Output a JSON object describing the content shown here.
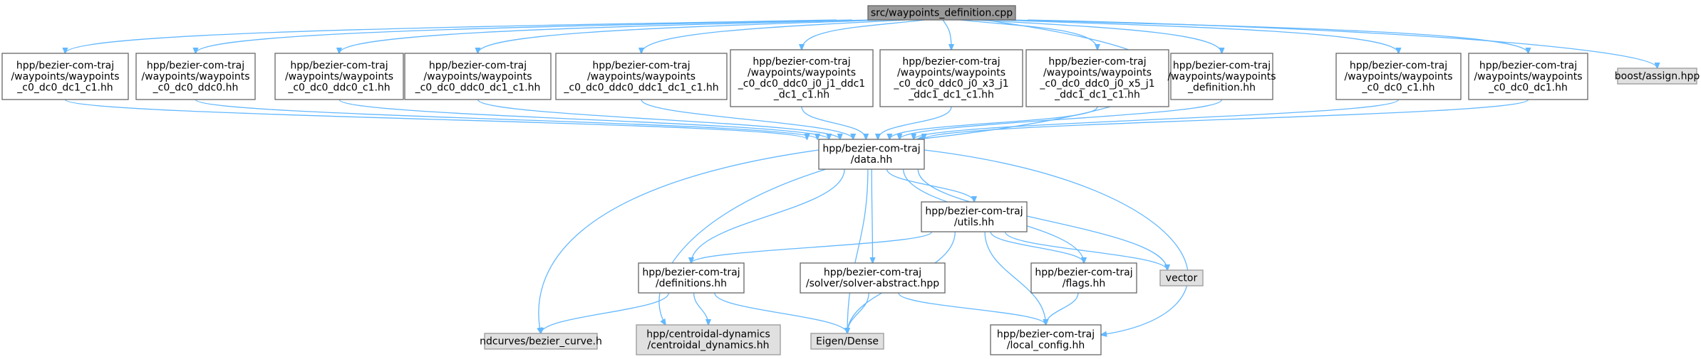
{
  "graph": {
    "nodes": [
      {
        "id": "root",
        "kind": "root",
        "lines": [
          "src/waypoints_definition.cpp"
        ]
      },
      {
        "id": "h1",
        "kind": "file",
        "lines": [
          "hpp/bezier-com-traj",
          "/waypoints/waypoints",
          "_c0_dc0_dc1_c1.hh"
        ]
      },
      {
        "id": "h2",
        "kind": "file",
        "lines": [
          "hpp/bezier-com-traj",
          "/waypoints/waypoints",
          "_c0_dc0_ddc0.hh"
        ]
      },
      {
        "id": "h3",
        "kind": "file",
        "lines": [
          "hpp/bezier-com-traj",
          "/waypoints/waypoints",
          "_c0_dc0_ddc0_c1.hh"
        ]
      },
      {
        "id": "h4",
        "kind": "file",
        "lines": [
          "hpp/bezier-com-traj",
          "/waypoints/waypoints",
          "_c0_dc0_ddc0_dc1_c1.hh"
        ]
      },
      {
        "id": "h5",
        "kind": "file",
        "lines": [
          "hpp/bezier-com-traj",
          "/waypoints/waypoints",
          "_c0_dc0_ddc0_ddc1_dc1_c1.hh"
        ]
      },
      {
        "id": "h6",
        "kind": "file",
        "lines": [
          "hpp/bezier-com-traj",
          "/waypoints/waypoints",
          "_c0_dc0_ddc0_j0_j1_ddc1",
          "_dc1_c1.hh"
        ]
      },
      {
        "id": "h7",
        "kind": "file",
        "lines": [
          "hpp/bezier-com-traj",
          "/waypoints/waypoints",
          "_c0_dc0_ddc0_j0_x3_j1",
          "_ddc1_dc1_c1.hh"
        ]
      },
      {
        "id": "h8",
        "kind": "file",
        "lines": [
          "hpp/bezier-com-traj",
          "/waypoints/waypoints",
          "_c0_dc0_ddc0_j0_x5_j1",
          "_ddc1_dc1_c1.hh"
        ]
      },
      {
        "id": "h9",
        "kind": "file",
        "lines": [
          "hpp/bezier-com-traj",
          "/waypoints/waypoints",
          "_definition.hh"
        ]
      },
      {
        "id": "h10",
        "kind": "file",
        "lines": [
          "hpp/bezier-com-traj",
          "/waypoints/waypoints",
          "_c0_dc0_c1.hh"
        ]
      },
      {
        "id": "h11",
        "kind": "file",
        "lines": [
          "hpp/bezier-com-traj",
          "/waypoints/waypoints",
          "_c0_dc0_dc1.hh"
        ]
      },
      {
        "id": "assign",
        "kind": "ext",
        "lines": [
          "boost/assign.hpp"
        ]
      },
      {
        "id": "data",
        "kind": "file",
        "lines": [
          "hpp/bezier-com-traj",
          "/data.hh"
        ]
      },
      {
        "id": "utils",
        "kind": "file",
        "lines": [
          "hpp/bezier-com-traj",
          "/utils.hh"
        ]
      },
      {
        "id": "defs",
        "kind": "file",
        "lines": [
          "hpp/bezier-com-traj",
          "/definitions.hh"
        ]
      },
      {
        "id": "solver",
        "kind": "file",
        "lines": [
          "hpp/bezier-com-traj",
          "/solver/solver-abstract.hpp"
        ]
      },
      {
        "id": "flags",
        "kind": "file",
        "lines": [
          "hpp/bezier-com-traj",
          "/flags.hh"
        ]
      },
      {
        "id": "vector",
        "kind": "ext",
        "lines": [
          "vector"
        ]
      },
      {
        "id": "ndcurves",
        "kind": "ext",
        "lines": [
          "ndcurves/bezier_curve.h"
        ]
      },
      {
        "id": "centroidal",
        "kind": "ext",
        "lines": [
          "hpp/centroidal-dynamics",
          "/centroidal_dynamics.hh"
        ]
      },
      {
        "id": "eigen",
        "kind": "ext",
        "lines": [
          "Eigen/Dense"
        ]
      },
      {
        "id": "localcfg",
        "kind": "file",
        "lines": [
          "hpp/bezier-com-traj",
          "/local_config.hh"
        ]
      }
    ],
    "edges": [
      {
        "from": "root",
        "to": "h1"
      },
      {
        "from": "root",
        "to": "h2"
      },
      {
        "from": "root",
        "to": "h3"
      },
      {
        "from": "root",
        "to": "h4"
      },
      {
        "from": "root",
        "to": "h5"
      },
      {
        "from": "root",
        "to": "h6"
      },
      {
        "from": "root",
        "to": "h7"
      },
      {
        "from": "root",
        "to": "h8"
      },
      {
        "from": "root",
        "to": "h9"
      },
      {
        "from": "root",
        "to": "h10"
      },
      {
        "from": "root",
        "to": "h11"
      },
      {
        "from": "root",
        "to": "assign"
      },
      {
        "from": "root",
        "to": "data"
      },
      {
        "from": "h1",
        "to": "data"
      },
      {
        "from": "h2",
        "to": "data"
      },
      {
        "from": "h3",
        "to": "data"
      },
      {
        "from": "h4",
        "to": "data"
      },
      {
        "from": "h5",
        "to": "data"
      },
      {
        "from": "h6",
        "to": "data"
      },
      {
        "from": "h7",
        "to": "data"
      },
      {
        "from": "h8",
        "to": "data"
      },
      {
        "from": "h9",
        "to": "data"
      },
      {
        "from": "h10",
        "to": "data"
      },
      {
        "from": "h11",
        "to": "data"
      },
      {
        "from": "data",
        "to": "utils"
      },
      {
        "from": "data",
        "to": "defs"
      },
      {
        "from": "data",
        "to": "solver"
      },
      {
        "from": "data",
        "to": "flags"
      },
      {
        "from": "data",
        "to": "vector"
      },
      {
        "from": "data",
        "to": "ndcurves"
      },
      {
        "from": "data",
        "to": "centroidal"
      },
      {
        "from": "data",
        "to": "eigen"
      },
      {
        "from": "data",
        "to": "localcfg"
      },
      {
        "from": "utils",
        "to": "defs"
      },
      {
        "from": "utils",
        "to": "flags"
      },
      {
        "from": "utils",
        "to": "vector"
      },
      {
        "from": "utils",
        "to": "eigen"
      },
      {
        "from": "utils",
        "to": "localcfg"
      },
      {
        "from": "defs",
        "to": "ndcurves"
      },
      {
        "from": "defs",
        "to": "centroidal"
      },
      {
        "from": "defs",
        "to": "eigen"
      },
      {
        "from": "solver",
        "to": "eigen"
      },
      {
        "from": "solver",
        "to": "localcfg"
      },
      {
        "from": "flags",
        "to": "localcfg"
      }
    ]
  },
  "colors": {
    "edge": "#63b8ff",
    "root_fill": "#999999",
    "file_fill": "#ffffff",
    "external_fill": "#e0e0e0",
    "border": "#666666"
  }
}
